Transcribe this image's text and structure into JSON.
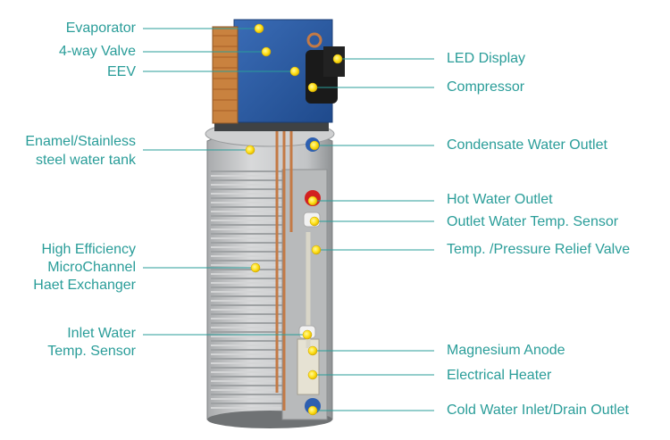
{
  "diagram": {
    "colors": {
      "label": "#2a9d99",
      "leader": "#2a9d99",
      "tank_body": "#c4c6c8",
      "tank_dark": "#8f9294",
      "unit_blue": "#2f5fa8",
      "copper": "#c47a45",
      "marker": "#ffe11a"
    },
    "labels_left": [
      {
        "id": "evaporator",
        "text": "Evaporator"
      },
      {
        "id": "4-way-valve",
        "text": "4-way Valve"
      },
      {
        "id": "eev",
        "text": "EEV"
      },
      {
        "id": "tank-1",
        "text": "Enamel/Stainless"
      },
      {
        "id": "tank-2",
        "text": "steel water tank"
      },
      {
        "id": "hx-1",
        "text": "High Efficiency"
      },
      {
        "id": "hx-2",
        "text": "MicroChannel"
      },
      {
        "id": "hx-3",
        "text": "Haet Exchanger"
      },
      {
        "id": "inlet-1",
        "text": "Inlet Water"
      },
      {
        "id": "inlet-2",
        "text": "Temp. Sensor"
      }
    ],
    "labels_right": [
      {
        "id": "led-display",
        "text": "LED Display"
      },
      {
        "id": "compressor",
        "text": "Compressor"
      },
      {
        "id": "condensate",
        "text": "Condensate Water Outlet"
      },
      {
        "id": "hot-outlet",
        "text": "Hot Water Outlet"
      },
      {
        "id": "outlet-sensor",
        "text": "Outlet Water Temp. Sensor"
      },
      {
        "id": "relief-valve",
        "text": "Temp. /Pressure Relief Valve"
      },
      {
        "id": "anode",
        "text": "Magnesium Anode"
      },
      {
        "id": "heater",
        "text": "Electrical Heater"
      },
      {
        "id": "cold-inlet",
        "text": "Cold Water Inlet/Drain Outlet"
      }
    ]
  }
}
